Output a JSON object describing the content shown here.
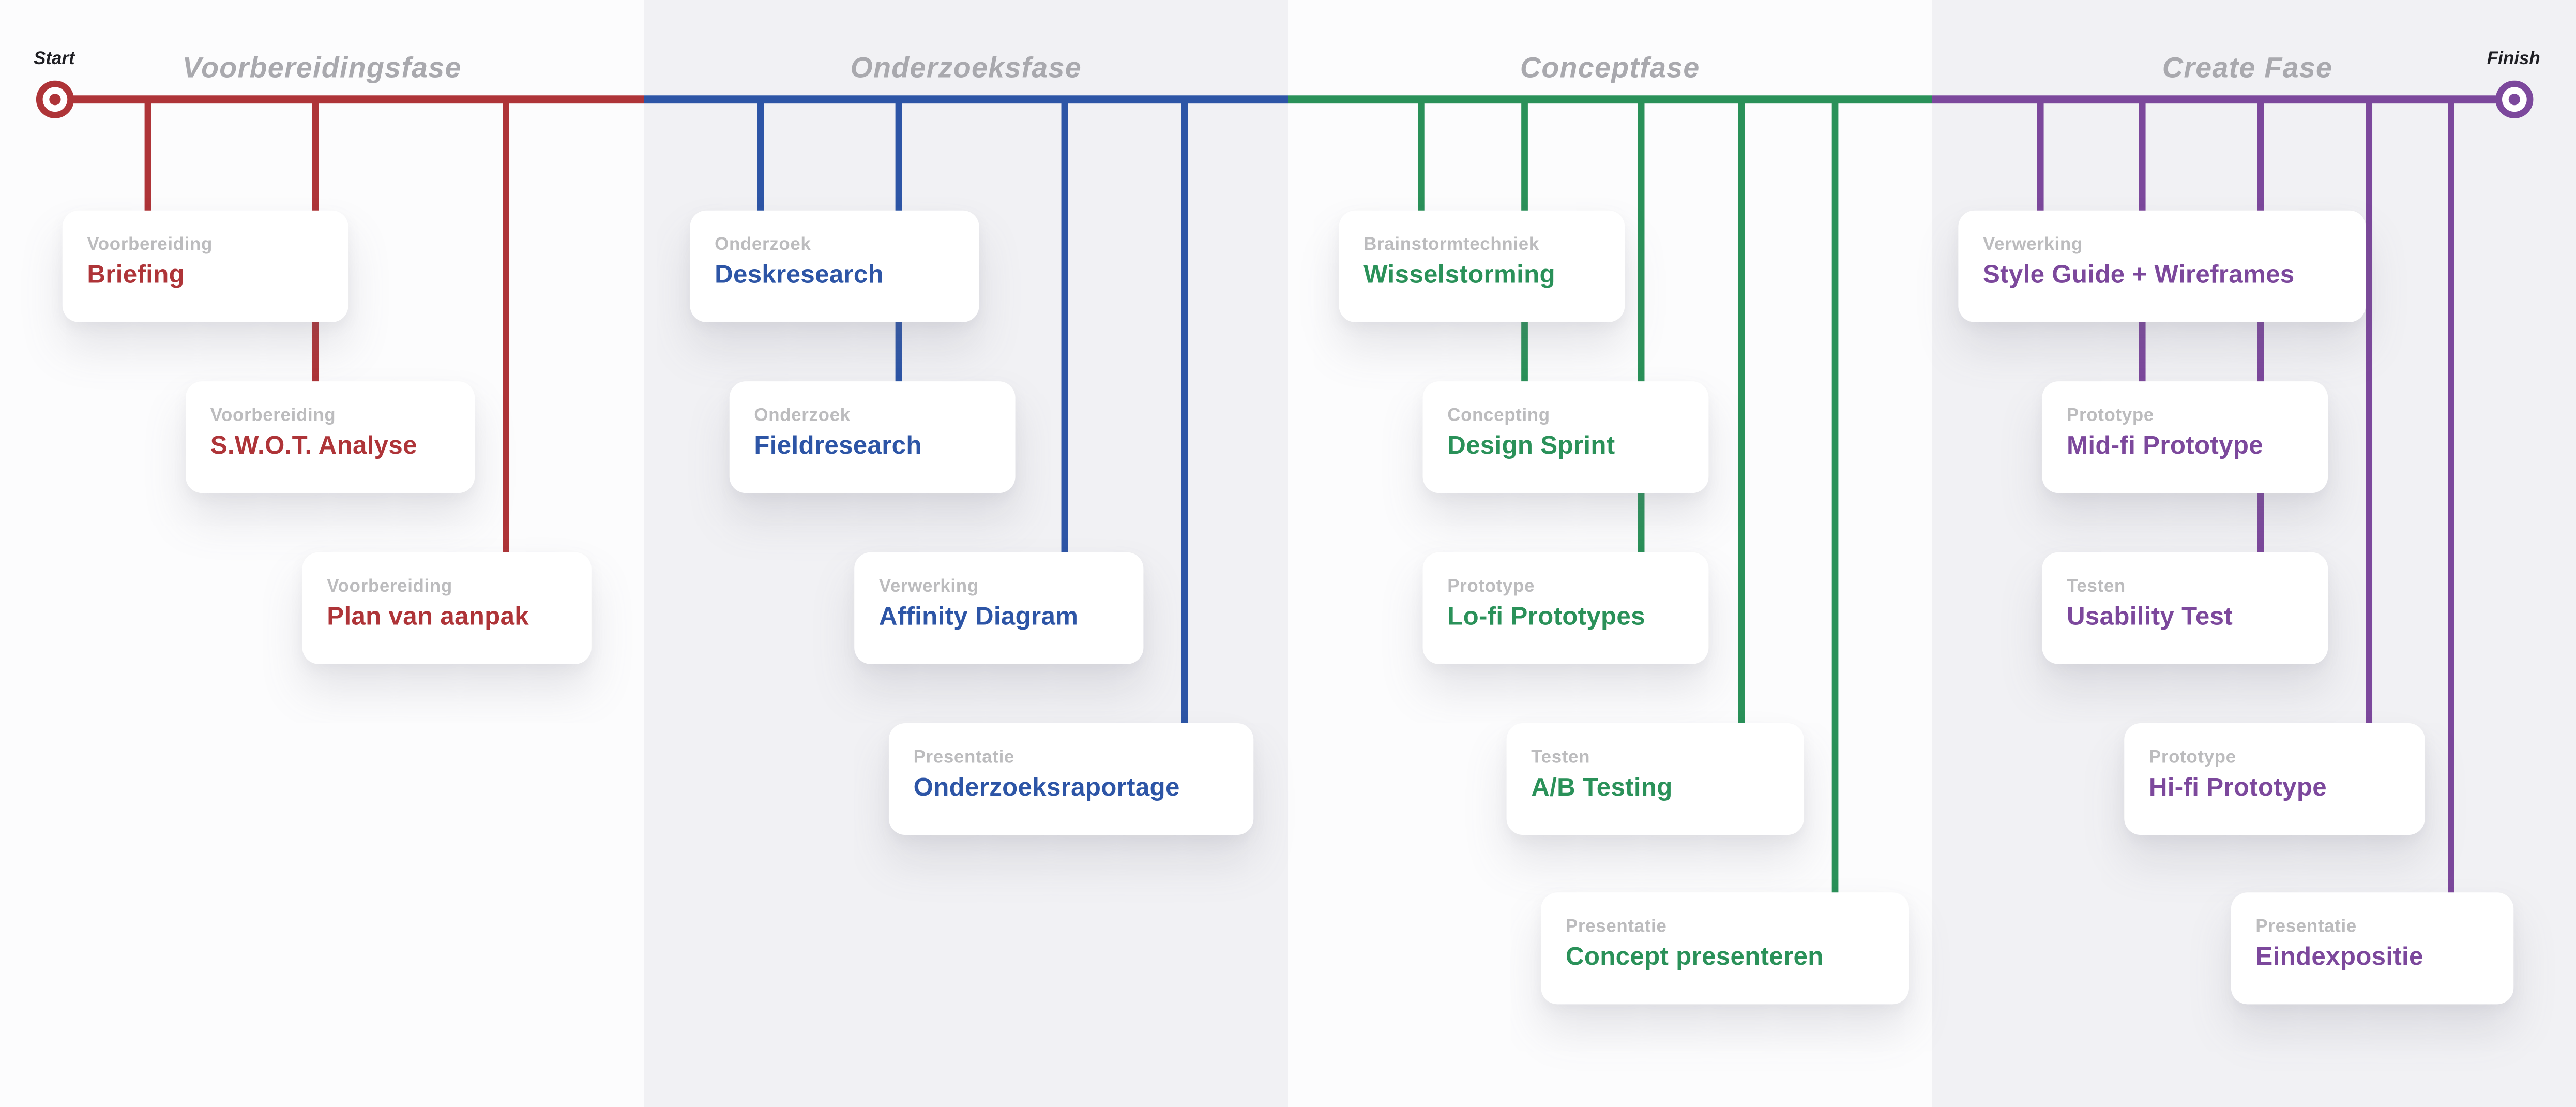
{
  "timeline": {
    "start_label": "Start",
    "finish_label": "Finish"
  },
  "phases": [
    {
      "title": "Voorbereidingsfase",
      "color": "#ae3438",
      "cards": [
        {
          "category": "Voorbereiding",
          "title": "Briefing"
        },
        {
          "category": "Voorbereiding",
          "title": "S.W.O.T. Analyse"
        },
        {
          "category": "Voorbereiding",
          "title": "Plan van aanpak"
        }
      ]
    },
    {
      "title": "Onderzoeksfase",
      "color": "#2d55a6",
      "cards": [
        {
          "category": "Onderzoek",
          "title": "Deskresearch"
        },
        {
          "category": "Onderzoek",
          "title": "Fieldresearch"
        },
        {
          "category": "Verwerking",
          "title": "Affinity Diagram"
        },
        {
          "category": "Presentatie",
          "title": "Onderzoeksraportage"
        }
      ]
    },
    {
      "title": "Conceptfase",
      "color": "#2a9159",
      "cards": [
        {
          "category": "Brainstormtechniek",
          "title": "Wisselstorming"
        },
        {
          "category": "Concepting",
          "title": "Design Sprint"
        },
        {
          "category": "Prototype",
          "title": "Lo-fi Prototypes"
        },
        {
          "category": "Testen",
          "title": "A/B Testing"
        },
        {
          "category": "Presentatie",
          "title": "Concept presenteren"
        }
      ]
    },
    {
      "title": "Create Fase",
      "color": "#7c489c",
      "cards": [
        {
          "category": "Verwerking",
          "title": "Style Guide + Wireframes"
        },
        {
          "category": "Prototype",
          "title": "Mid-fi Prototype"
        },
        {
          "category": "Testen",
          "title": "Usability Test"
        },
        {
          "category": "Prototype",
          "title": "Hi-fi Prototype"
        },
        {
          "category": "Presentatie",
          "title": "Eindexpositie"
        }
      ]
    }
  ]
}
